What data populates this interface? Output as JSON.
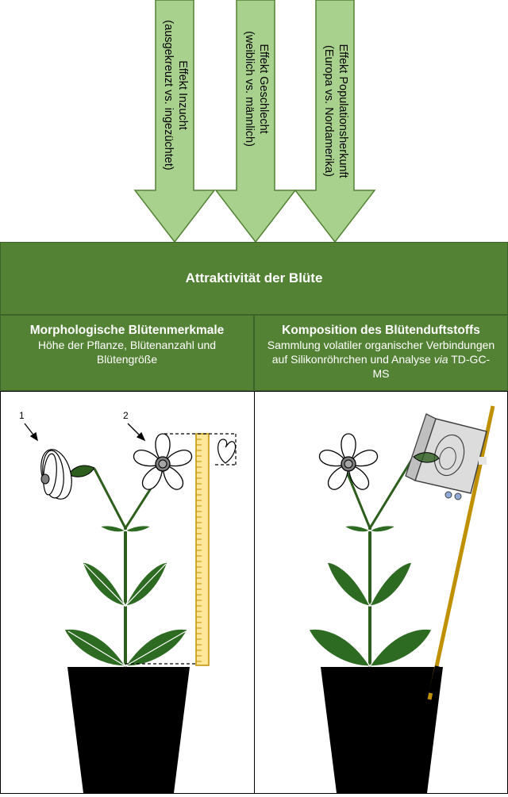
{
  "arrows": [
    {
      "line1": "Effekt Inzucht",
      "line2": "(ausgekreuzt vs. ingezüchtet)"
    },
    {
      "line1": "Effekt Geschlecht",
      "line2": "(weiblich vs. männlich)"
    },
    {
      "line1": "Effekt Populationsherkunft",
      "line2": "(Europa vs. Nordamerika)"
    }
  ],
  "title": "Attraktivität der Blüte",
  "left": {
    "heading": "Morphologische Blütenmerkmale",
    "body": "Höhe der Pflanze, Blütenanzahl und Blütengröße"
  },
  "right": {
    "heading": "Komposition des Blütenduftstoffs",
    "body_pre": "Sammlung volatiler organischer Verbindungen auf Silikonröhrchen und Analyse ",
    "body_italic": "via",
    "body_post": " TD-GC-MS"
  },
  "markers": {
    "one": "1",
    "two": "2"
  },
  "colors": {
    "arrow_fill": "#a9d18e",
    "arrow_stroke": "#548235",
    "box_green": "#548235",
    "leaf_green": "#2e5e1e",
    "ruler_fill": "#ffe699",
    "ruler_stroke": "#c09000",
    "pole": "#bf9000"
  }
}
